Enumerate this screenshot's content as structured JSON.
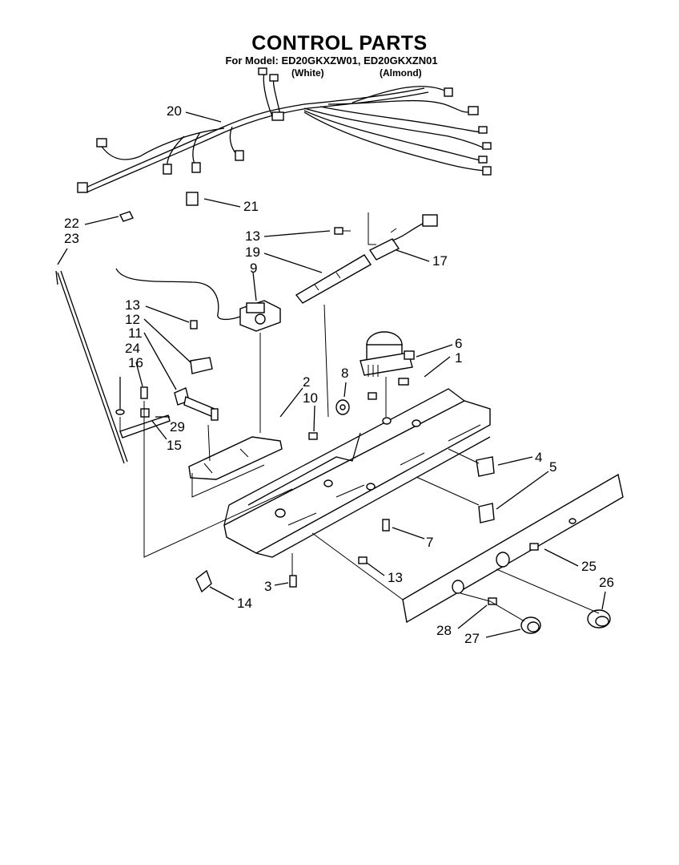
{
  "title": "CONTROL PARTS",
  "model_line": "For Model: ED20GKXZW01, ED20GKXZN01",
  "color_white": "(White)",
  "color_almond": "(Almond)",
  "callouts": {
    "c1": "1",
    "c2": "2",
    "c3": "3",
    "c4": "4",
    "c5": "5",
    "c6": "6",
    "c7": "7",
    "c8": "8",
    "c9": "9",
    "c10": "10",
    "c11": "11",
    "c12": "12",
    "c13a": "13",
    "c13b": "13",
    "c13c": "13",
    "c14": "14",
    "c15": "15",
    "c16": "16",
    "c17": "17",
    "c19": "19",
    "c20": "20",
    "c21": "21",
    "c22": "22",
    "c23": "23",
    "c24": "24",
    "c25": "25",
    "c26": "26",
    "c27": "27",
    "c28": "28",
    "c29": "29"
  }
}
